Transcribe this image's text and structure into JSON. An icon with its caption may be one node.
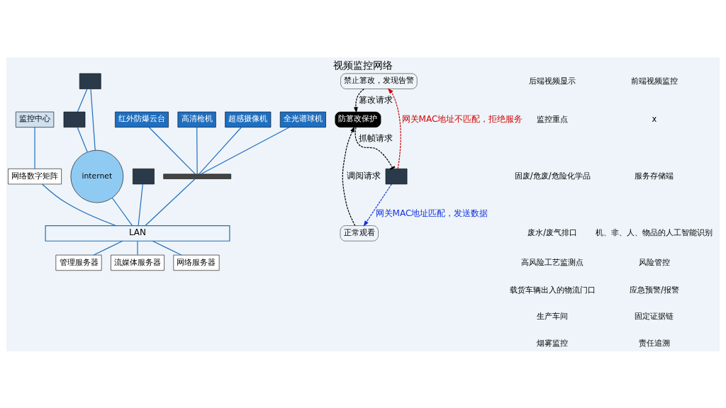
{
  "diagram": {
    "title": "视频监控网络",
    "nodes": [
      {
        "text": [
          "高清枪机"
        ]
      },
      {
        "text": [
          "超感摄像机"
        ]
      },
      {
        "text": [
          "全光谱球机"
        ]
      },
      {
        "text": [
          "红外防爆云台"
        ]
      },
      {
        "text": [],
        "shape": "bar"
      },
      {
        "text": [
          "监控中心"
        ]
      },
      {
        "text": [
          "网络数字矩阵"
        ]
      },
      {
        "text": [],
        "shape": "box"
      },
      {
        "text": [],
        "shape": "box"
      },
      {
        "text": [],
        "shape": "box"
      },
      {
        "text": [
          "internet"
        ]
      },
      {
        "text": [
          "LAN"
        ]
      },
      {
        "text": [
          "管理服务器"
        ]
      },
      {
        "text": [
          "流媒体服务器"
        ]
      },
      {
        "text": [
          "网络服务器"
        ]
      },
      {
        "text": [
          "禁止篡改，发现告警"
        ]
      },
      {
        "text": [
          "防篡改保护"
        ]
      },
      {
        "text": [
          "正常观看"
        ]
      },
      {
        "text": [],
        "shape": "box"
      }
    ],
    "edges": [
      {
        "from": 0,
        "to": 4,
        "arrow": "none"
      },
      {
        "from": 1,
        "to": 4,
        "arrow": "none"
      },
      {
        "from": 2,
        "to": 4,
        "arrow": "none"
      },
      {
        "from": 3,
        "to": 4,
        "arrow": "none"
      },
      {
        "from": 4,
        "to": 11,
        "arrow": "none"
      },
      {
        "from": 5,
        "to": 6,
        "arrow": "none"
      },
      {
        "from": 6,
        "to": 11,
        "arrow": "none"
      },
      {
        "from": 7,
        "to": 11,
        "arrow": "none"
      },
      {
        "from": 8,
        "to": 9,
        "arrow": "none"
      },
      {
        "from": 8,
        "to": 10,
        "arrow": "none"
      },
      {
        "from": 9,
        "to": 10,
        "arrow": "none"
      },
      {
        "from": 10,
        "to": 11,
        "arrow": "none"
      },
      {
        "from": 11,
        "to": 12,
        "arrow": "none"
      },
      {
        "from": 11,
        "to": 13,
        "arrow": "none"
      },
      {
        "from": 11,
        "to": 14,
        "arrow": "none"
      },
      {
        "from": 15,
        "to": 16,
        "arrow": "to",
        "label": "篡改请求",
        "style": "dashed",
        "color": "#000000"
      },
      {
        "from": 17,
        "to": 16,
        "arrow": "to",
        "label": "调阅请求",
        "style": "dashed",
        "color": "#000000"
      },
      {
        "from": 16,
        "to": 18,
        "arrow": "other",
        "label": "抓帧请求",
        "style": "dashed",
        "color": "#000000"
      },
      {
        "from": 18,
        "to": 15,
        "arrow": "to",
        "label": "网关MAC地址不匹配，拒绝服务",
        "style": "dashed",
        "color": "#d00000"
      },
      {
        "from": 18,
        "to": 17,
        "arrow": "to",
        "label": "网关MAC地址匹配，发送数据",
        "style": "dashed",
        "color": "#1030e0"
      }
    ],
    "labels": [
      "后端视频显示",
      "监控重点",
      "固废/危废/危险化学品",
      "废水/废气排口",
      "高风险工艺监测点",
      "载货车辆出入的物流门口",
      "生产车间",
      "烟雾监控",
      "前端视频监控",
      "x",
      "服务存储端",
      "机、非、人、物品的人工智能识别",
      "风险管控",
      "应急预警/报警",
      "固定证据链",
      "责任追溯"
    ]
  }
}
